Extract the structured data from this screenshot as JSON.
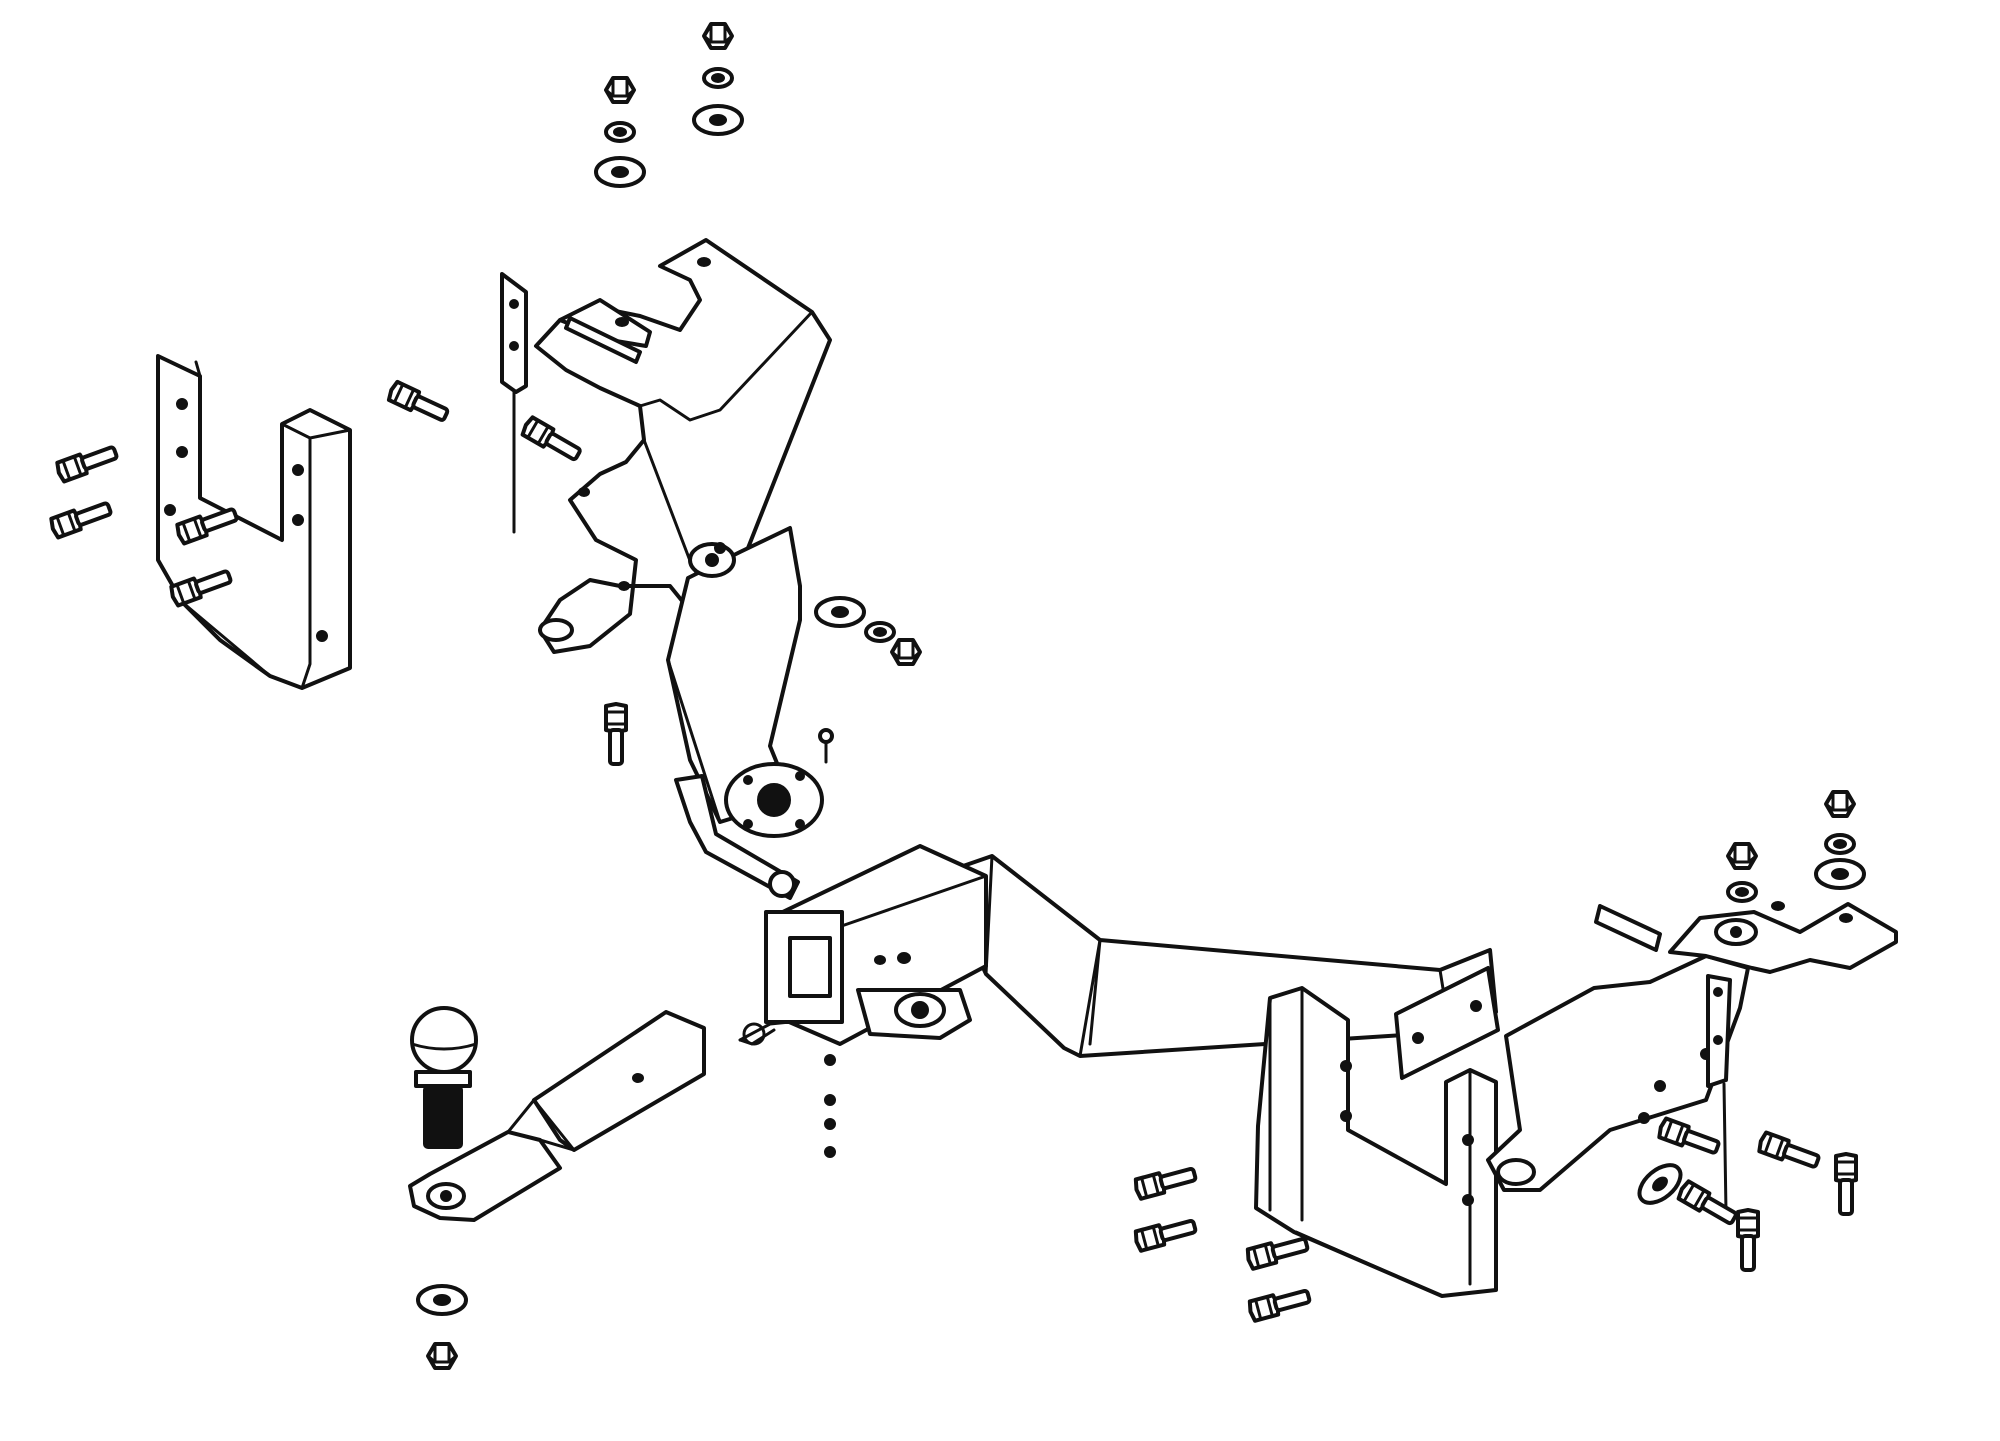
{
  "diagram": {
    "background": "#ffffff",
    "line_color": "#111111",
    "parts": [
      "vertical-bracket-left",
      "side-bracket-left",
      "hitch-crossbar",
      "receiver-tube",
      "hitch-pin-clip",
      "ball-mount",
      "tow-ball",
      "side-bracket-right",
      "vertical-bracket-right",
      "top-mount-plate-right"
    ],
    "hardware": [
      "bolt-icon",
      "nut-icon",
      "washer-icon",
      "lock-washer-icon"
    ]
  }
}
